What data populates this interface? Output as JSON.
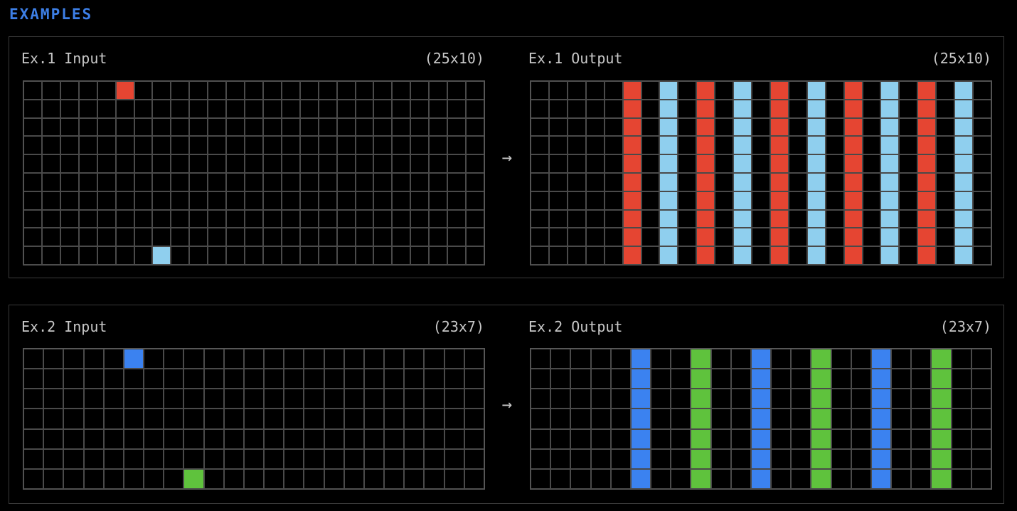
{
  "section_title": "EXAMPLES",
  "palette": {
    "0": "#000000",
    "2": "#e54532",
    "8": "#8fcfee",
    "1": "#3b82f0",
    "3": "#5fc23d"
  },
  "arrow": "→",
  "examples": [
    {
      "input": {
        "label": "Ex.1 Input",
        "dims": "(25x10)",
        "width": 25,
        "height": 10,
        "cells": [
          {
            "r": 0,
            "c": 5,
            "v": "2"
          },
          {
            "r": 9,
            "c": 7,
            "v": "8"
          }
        ]
      },
      "output": {
        "label": "Ex.1 Output",
        "dims": "(25x10)",
        "width": 25,
        "height": 10,
        "columns": [
          {
            "c": 5,
            "v": "2"
          },
          {
            "c": 7,
            "v": "8"
          },
          {
            "c": 9,
            "v": "2"
          },
          {
            "c": 11,
            "v": "8"
          },
          {
            "c": 13,
            "v": "2"
          },
          {
            "c": 15,
            "v": "8"
          },
          {
            "c": 17,
            "v": "2"
          },
          {
            "c": 19,
            "v": "8"
          },
          {
            "c": 21,
            "v": "2"
          },
          {
            "c": 23,
            "v": "8"
          }
        ]
      }
    },
    {
      "input": {
        "label": "Ex.2 Input",
        "dims": "(23x7)",
        "width": 23,
        "height": 7,
        "cells": [
          {
            "r": 0,
            "c": 5,
            "v": "1"
          },
          {
            "r": 6,
            "c": 8,
            "v": "3"
          }
        ]
      },
      "output": {
        "label": "Ex.2 Output",
        "dims": "(23x7)",
        "width": 23,
        "height": 7,
        "columns": [
          {
            "c": 5,
            "v": "1"
          },
          {
            "c": 8,
            "v": "3"
          },
          {
            "c": 11,
            "v": "1"
          },
          {
            "c": 14,
            "v": "3"
          },
          {
            "c": 17,
            "v": "1"
          },
          {
            "c": 20,
            "v": "3"
          }
        ]
      }
    }
  ]
}
